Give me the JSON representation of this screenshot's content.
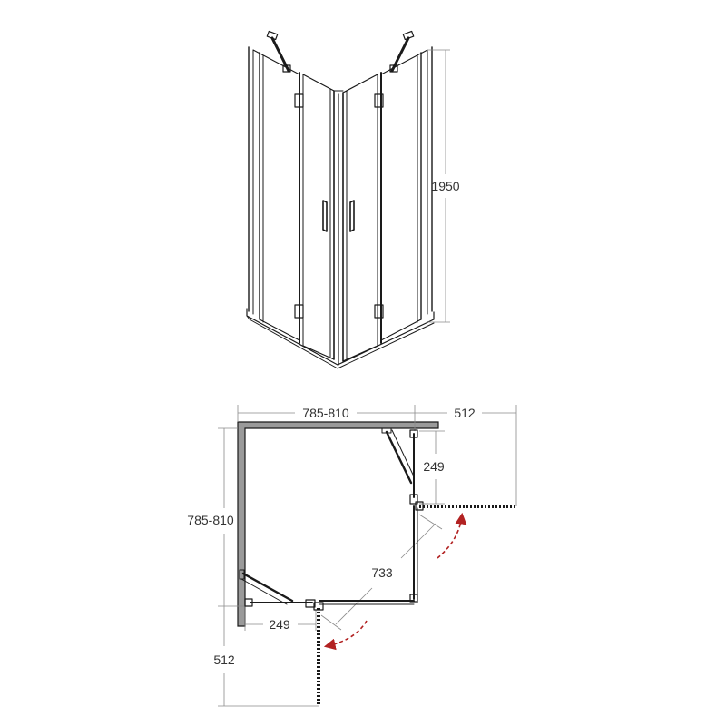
{
  "colors": {
    "line": "#1a1a1a",
    "dimension": "#8a8a8a",
    "text": "#333333",
    "wall": "#9a9a9a",
    "swing_arrow": "#b22222"
  },
  "elevation": {
    "height_label": "1950"
  },
  "plan": {
    "width_label": "785-810",
    "depth_label": "785-810",
    "door_swing_right_label": "512",
    "door_swing_bottom_label": "512",
    "hinge_offset_right_label": "249",
    "hinge_offset_bottom_label": "249",
    "diagonal_entry_label": "733"
  }
}
